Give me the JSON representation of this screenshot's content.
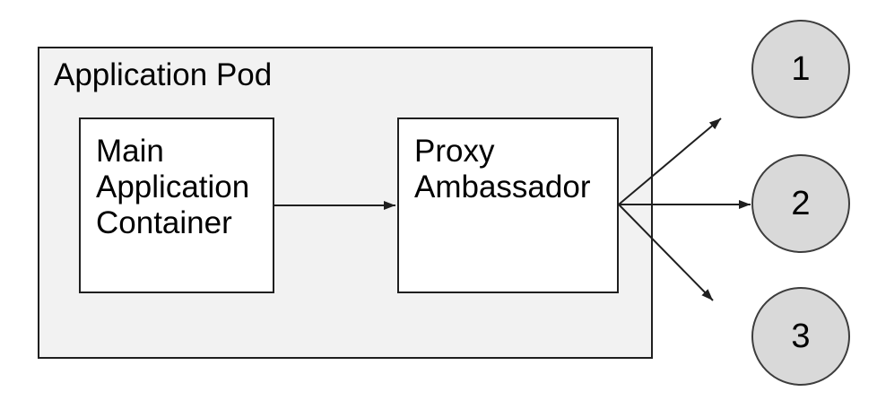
{
  "diagram": {
    "pod": {
      "label": "Application Pod"
    },
    "nodes": [
      {
        "id": "main-application-container",
        "label": "Main\nApplication\nContainer"
      },
      {
        "id": "proxy-ambassador",
        "label": "Proxy\nAmbassador"
      }
    ],
    "endpoints": [
      {
        "id": "endpoint-1",
        "label": "1"
      },
      {
        "id": "endpoint-2",
        "label": "2"
      },
      {
        "id": "endpoint-3",
        "label": "3"
      }
    ],
    "edges": [
      {
        "from": "main-application-container",
        "to": "proxy-ambassador"
      },
      {
        "from": "proxy-ambassador",
        "to": "endpoint-1"
      },
      {
        "from": "proxy-ambassador",
        "to": "endpoint-2"
      },
      {
        "from": "proxy-ambassador",
        "to": "endpoint-3"
      }
    ],
    "colors": {
      "background": "#ffffff",
      "pod_fill": "#f2f2f2",
      "node_fill": "#ffffff",
      "endpoint_fill": "#d9d9d9",
      "stroke": "#1f1f1f",
      "text": "#000000"
    }
  }
}
